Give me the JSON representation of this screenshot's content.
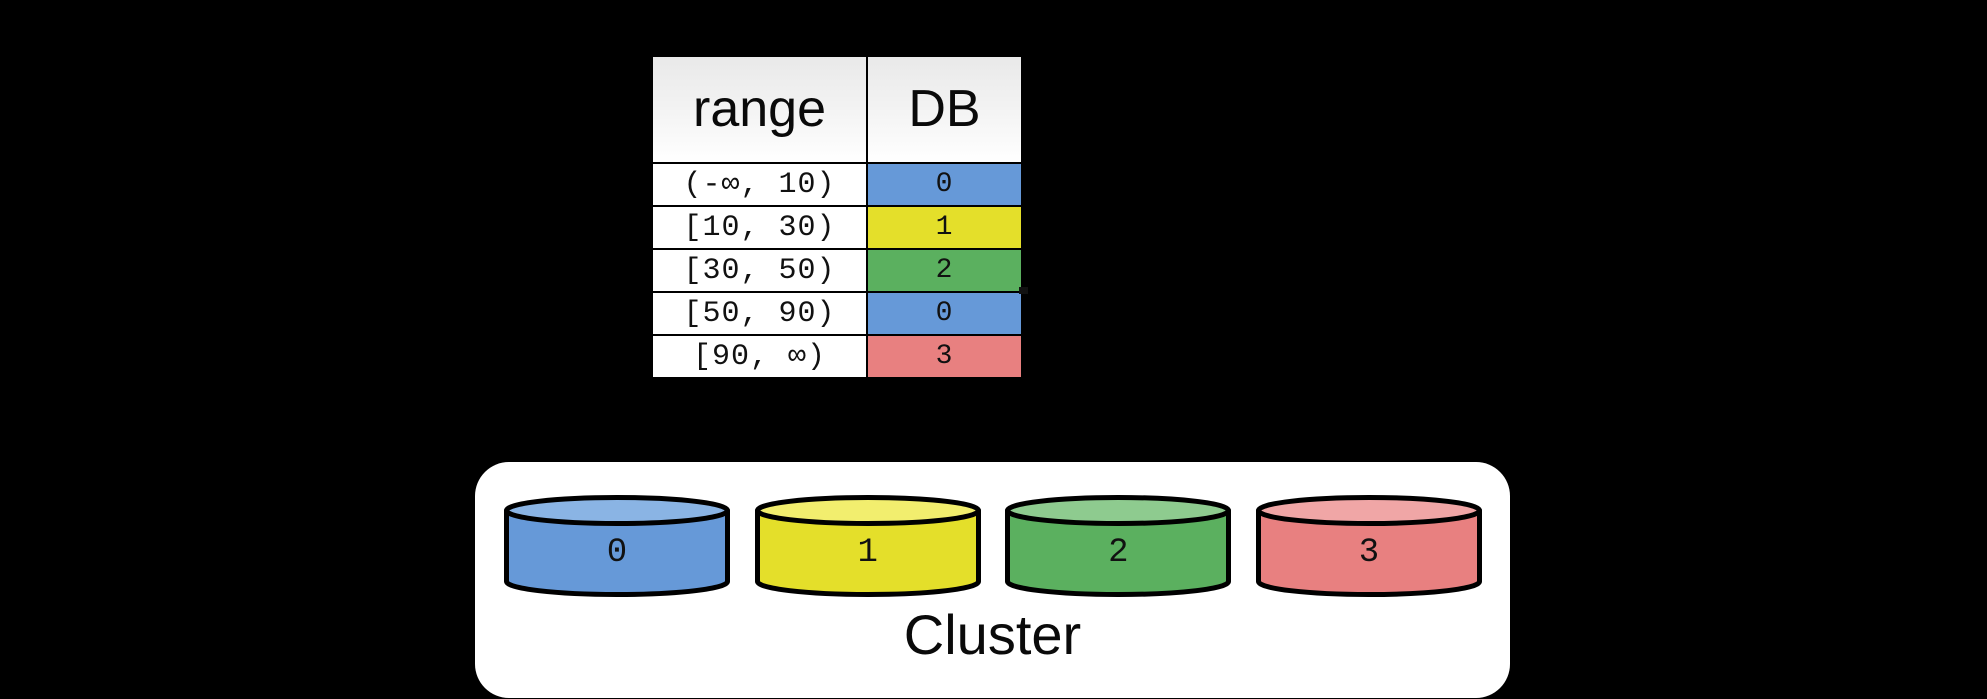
{
  "background_color": "#000000",
  "palette": {
    "db0": "#6699d8",
    "db1": "#e4df2a",
    "db2": "#5bb05f",
    "db3": "#e88080",
    "stroke": "#000000",
    "panel": "#ffffff"
  },
  "routing_table": {
    "columns": [
      "range",
      "DB"
    ],
    "rows": [
      {
        "range": "(-∞, 10)",
        "db": "0",
        "color": "#6699d8"
      },
      {
        "range": "[10, 30)",
        "db": "1",
        "color": "#e4df2a"
      },
      {
        "range": "[30, 50)",
        "db": "2",
        "color": "#5bb05f"
      },
      {
        "range": "[50, 90)",
        "db": "0",
        "color": "#6699d8"
      },
      {
        "range": "[90, ∞)",
        "db": "3",
        "color": "#e88080"
      }
    ]
  },
  "cluster": {
    "caption": "Cluster",
    "databases": [
      {
        "label": "0",
        "color": "#6699d8",
        "top_color": "#8ab4e4"
      },
      {
        "label": "1",
        "color": "#e4df2a",
        "top_color": "#f2ee6e"
      },
      {
        "label": "2",
        "color": "#5bb05f",
        "top_color": "#8ecb8f"
      },
      {
        "label": "3",
        "color": "#e88080",
        "top_color": "#f0a6a6"
      }
    ]
  }
}
